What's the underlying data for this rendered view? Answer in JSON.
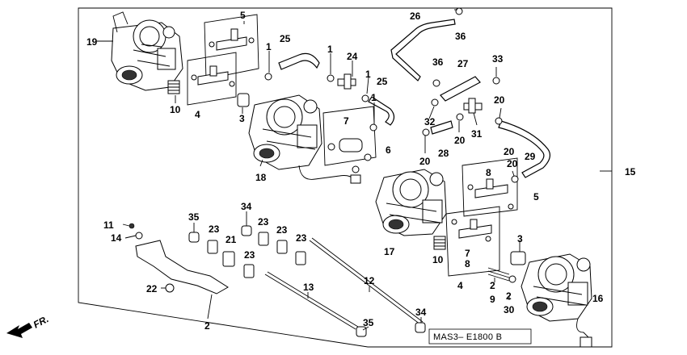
{
  "diagram": {
    "figure_code": "MAS3– E1800 B",
    "direction_label": "FR.",
    "callouts": [
      {
        "id": "c19",
        "text": "19"
      },
      {
        "id": "c5a",
        "text": "5"
      },
      {
        "id": "c25a",
        "text": "25"
      },
      {
        "id": "c1a",
        "text": "1"
      },
      {
        "id": "c1b",
        "text": "1"
      },
      {
        "id": "c24",
        "text": "24"
      },
      {
        "id": "c26",
        "text": "26"
      },
      {
        "id": "c36a",
        "text": "36"
      },
      {
        "id": "c36b",
        "text": "36"
      },
      {
        "id": "c27",
        "text": "27"
      },
      {
        "id": "c33",
        "text": "33"
      },
      {
        "id": "c1c",
        "text": "1"
      },
      {
        "id": "c25b",
        "text": "25"
      },
      {
        "id": "c10a",
        "text": "10"
      },
      {
        "id": "c4a",
        "text": "4"
      },
      {
        "id": "c3a",
        "text": "3"
      },
      {
        "id": "c1d",
        "text": "1"
      },
      {
        "id": "c7a",
        "text": "7"
      },
      {
        "id": "c6",
        "text": "6"
      },
      {
        "id": "c18",
        "text": "18"
      },
      {
        "id": "c32",
        "text": "32"
      },
      {
        "id": "c20a",
        "text": "20"
      },
      {
        "id": "c31",
        "text": "31"
      },
      {
        "id": "c20b",
        "text": "20"
      },
      {
        "id": "c20c",
        "text": "20"
      },
      {
        "id": "c28",
        "text": "28"
      },
      {
        "id": "c20d",
        "text": "20"
      },
      {
        "id": "c29",
        "text": "29"
      },
      {
        "id": "c20e",
        "text": "20"
      },
      {
        "id": "c15",
        "text": "15"
      },
      {
        "id": "c8a",
        "text": "8"
      },
      {
        "id": "c5b",
        "text": "5"
      },
      {
        "id": "c11",
        "text": "11"
      },
      {
        "id": "c14",
        "text": "14"
      },
      {
        "id": "c35a",
        "text": "35"
      },
      {
        "id": "c34a",
        "text": "34"
      },
      {
        "id": "c23a",
        "text": "23"
      },
      {
        "id": "c23b",
        "text": "23"
      },
      {
        "id": "c23c",
        "text": "23"
      },
      {
        "id": "c23d",
        "text": "23"
      },
      {
        "id": "c21",
        "text": "21"
      },
      {
        "id": "c23e",
        "text": "23"
      },
      {
        "id": "c17",
        "text": "17"
      },
      {
        "id": "c10b",
        "text": "10"
      },
      {
        "id": "c7b",
        "text": "7"
      },
      {
        "id": "c8b",
        "text": "8"
      },
      {
        "id": "c3b",
        "text": "3"
      },
      {
        "id": "c22",
        "text": "22"
      },
      {
        "id": "c13",
        "text": "13"
      },
      {
        "id": "c12",
        "text": "12"
      },
      {
        "id": "c4b",
        "text": "4"
      },
      {
        "id": "c2a",
        "text": "2"
      },
      {
        "id": "c9",
        "text": "9"
      },
      {
        "id": "c2b",
        "text": "2"
      },
      {
        "id": "c30",
        "text": "30"
      },
      {
        "id": "c16",
        "text": "16"
      },
      {
        "id": "c2c",
        "text": "2"
      },
      {
        "id": "c34b",
        "text": "34"
      },
      {
        "id": "c35b",
        "text": "35"
      }
    ]
  }
}
